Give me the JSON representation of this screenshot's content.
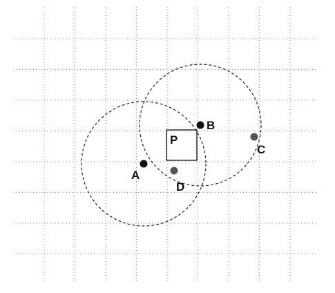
{
  "diagram": {
    "square_label": "P",
    "points": [
      {
        "key": "a",
        "label": "A",
        "color": "#111111"
      },
      {
        "key": "b",
        "label": "B",
        "color": "#111111"
      },
      {
        "key": "c",
        "label": "C",
        "color": "#555555"
      },
      {
        "key": "d",
        "label": "D",
        "color": "#555555"
      }
    ],
    "circles": [
      {
        "key": "circle-around-a",
        "style": "dashed"
      },
      {
        "key": "circle-around-b",
        "style": "dashed"
      }
    ],
    "grid": {
      "style": "dotted",
      "color": "#8a8a8a"
    }
  }
}
